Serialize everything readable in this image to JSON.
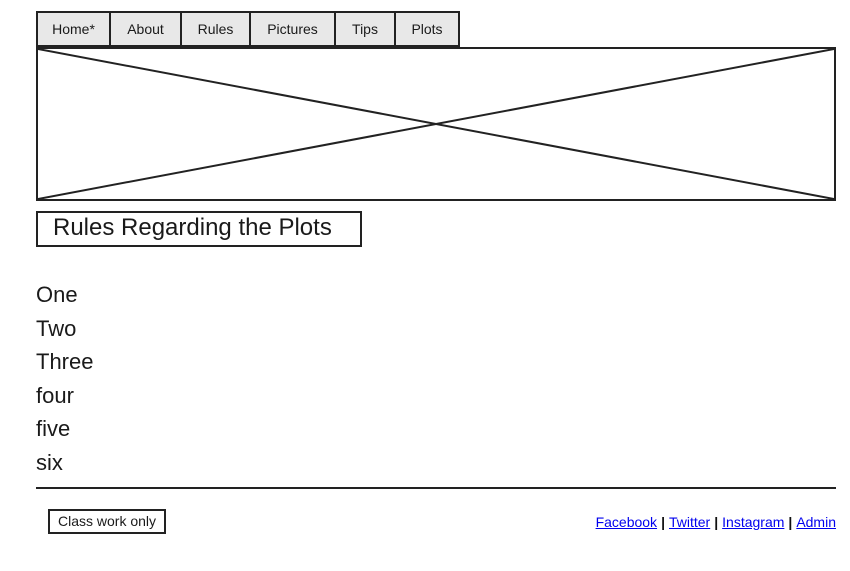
{
  "nav": {
    "items": [
      {
        "label": "Home*"
      },
      {
        "label": "About"
      },
      {
        "label": "Rules"
      },
      {
        "label": "Pictures"
      },
      {
        "label": "Tips"
      },
      {
        "label": "Plots"
      }
    ]
  },
  "main": {
    "title": "Rules Regarding the Plots",
    "rules": [
      "One",
      "Two",
      "Three",
      "four",
      "five",
      "six"
    ]
  },
  "footer": {
    "badge": "Class work only",
    "separator": "|",
    "links": [
      {
        "label": "Facebook"
      },
      {
        "label": "Twitter"
      },
      {
        "label": "Instagram"
      },
      {
        "label": "Admin"
      }
    ]
  },
  "colors": {
    "nav_background": "#e8e8e8",
    "border": "#222222",
    "link": "#0000ee"
  }
}
